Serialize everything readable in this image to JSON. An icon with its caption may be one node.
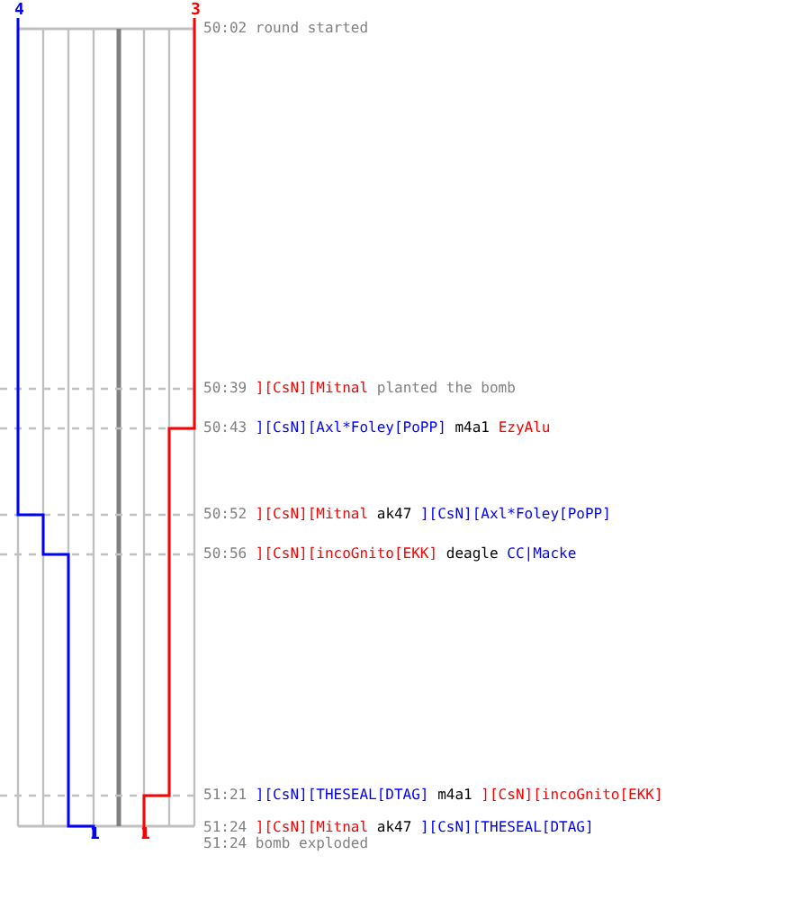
{
  "diagram": {
    "labels": [
      "4",
      "3",
      "50:02",
      "round started",
      "50:39",
      "][CsN][Mitnal",
      "planted the bomb",
      "50:43",
      "][CsN][Axl*Foley[PoPP]",
      "m4a1",
      "EzyAlu",
      "50:52",
      "][CsN][Mitnal",
      "ak47",
      "][CsN][Axl*Foley[PoPP]",
      "50:56",
      "][CsN][incoGnito[EKK]",
      "deagle",
      "CC|Macke",
      "51:21",
      "][CsN][THESEAL[DTAG]",
      "m4a1",
      "][CsN][incoGnito[EKK]",
      "1",
      "1",
      "51:24",
      "][CsN][Mitnal",
      "ak47",
      "][CsN][THESEAL[DTAG]",
      "51:24",
      "bomb exploded"
    ]
  }
}
